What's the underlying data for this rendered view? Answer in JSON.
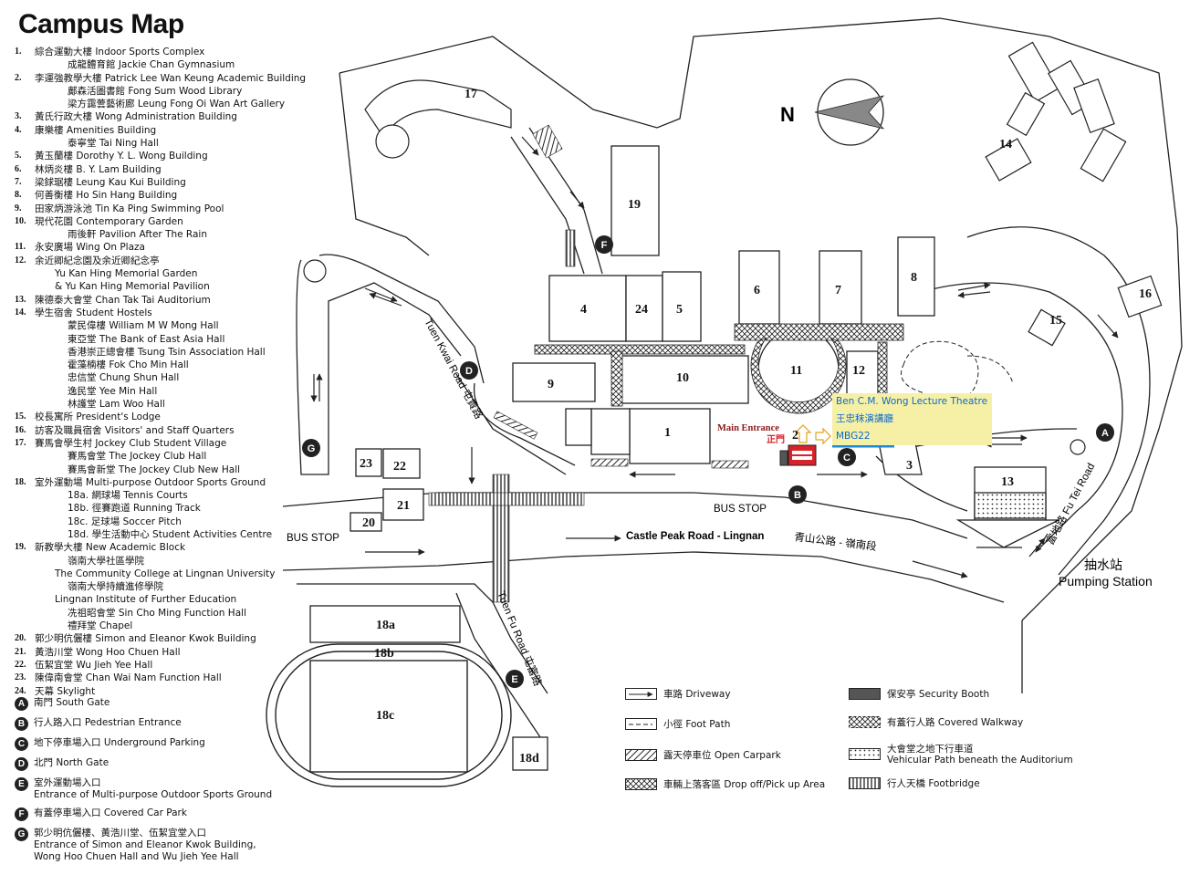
{
  "title": "Campus Map",
  "legend": [
    {
      "num": "1.",
      "lines": [
        "綜合運動大樓 Indoor Sports Complex",
        "成龍體育館 Jackie Chan Gymnasium"
      ]
    },
    {
      "num": "2.",
      "lines": [
        "李運強教學大樓 Patrick Lee Wan Keung Academic Building",
        "鄺森活圖書館 Fong Sum Wood Library",
        "梁方靄蕓藝術廊 Leung Fong Oi Wan Art Gallery"
      ]
    },
    {
      "num": "3.",
      "lines": [
        "黃氏行政大樓 Wong Administration Building"
      ]
    },
    {
      "num": "4.",
      "lines": [
        "康樂樓 Amenities Building",
        "泰寧堂 Tai Ning Hall"
      ]
    },
    {
      "num": "5.",
      "lines": [
        "黃玉蘭樓 Dorothy Y. L. Wong Building"
      ]
    },
    {
      "num": "6.",
      "lines": [
        "林炳炎樓 B. Y. Lam Building"
      ]
    },
    {
      "num": "7.",
      "lines": [
        "梁銶琚樓 Leung Kau Kui Building"
      ]
    },
    {
      "num": "8.",
      "lines": [
        "何善衡樓 Ho Sin Hang Building"
      ]
    },
    {
      "num": "9.",
      "lines": [
        "田家炳游泳池 Tin Ka Ping Swimming Pool"
      ]
    },
    {
      "num": "10.",
      "lines": [
        "現代花園 Contemporary Garden",
        "雨後軒 Pavilion After The Rain"
      ]
    },
    {
      "num": "11.",
      "lines": [
        "永安廣場 Wing On Plaza"
      ]
    },
    {
      "num": "12.",
      "lines": [
        "余近卿紀念園及余近卿紀念亭",
        "Yu Kan Hing Memorial Garden",
        "& Yu Kan Hing Memorial Pavilion"
      ]
    },
    {
      "num": "13.",
      "lines": [
        "陳德泰大會堂 Chan Tak Tai Auditorium"
      ]
    },
    {
      "num": "14.",
      "lines": [
        "學生宿舍 Student Hostels",
        "蒙民偉樓 William M W Mong Hall",
        "東亞堂 The Bank of East Asia Hall",
        "香港崇正總會樓 Tsung Tsin Association Hall",
        "霍藻楠樓 Fok Cho Min Hall",
        "忠信堂 Chung Shun Hall",
        "逸民堂 Yee Min Hall",
        "林護堂 Lam Woo Hall"
      ]
    },
    {
      "num": "15.",
      "lines": [
        "校長寓所 President's Lodge"
      ]
    },
    {
      "num": "16.",
      "lines": [
        "訪客及職員宿舍 Visitors' and Staff Quarters"
      ]
    },
    {
      "num": "17.",
      "lines": [
        "賽馬會學生村 Jockey Club Student Village",
        "賽馬會堂 The Jockey Club Hall",
        "賽馬會新堂 The Jockey Club New Hall"
      ]
    },
    {
      "num": "18.",
      "lines": [
        "室外運動場 Multi-purpose Outdoor Sports Ground",
        "18a. 網球場 Tennis Courts",
        "18b. 徑賽跑道 Running Track",
        "18c. 足球場 Soccer Pitch",
        "18d. 學生活動中心 Student Activities Centre"
      ]
    },
    {
      "num": "19.",
      "lines": [
        "新教學大樓 New Academic Block",
        "嶺南大學社區學院",
        "The Community College at Lingnan University",
        "嶺南大學持續進修學院",
        "Lingnan Institute of Further Education",
        "冼祖昭會堂 Sin Cho Ming Function Hall",
        "禮拜堂 Chapel"
      ]
    },
    {
      "num": "20.",
      "lines": [
        "郭少明伉儷樓 Simon and Eleanor Kwok Building"
      ]
    },
    {
      "num": "21.",
      "lines": [
        "黃浩川堂 Wong Hoo Chuen Hall"
      ]
    },
    {
      "num": "22.",
      "lines": [
        "伍絜宜堂 Wu Jieh Yee Hall"
      ]
    },
    {
      "num": "23.",
      "lines": [
        "陳偉南會堂 Chan Wai Nam Function Hall"
      ]
    },
    {
      "num": "24.",
      "lines": [
        "天幕 Skylight"
      ]
    }
  ],
  "gates": [
    {
      "letter": "A",
      "lines": [
        "南門 South Gate"
      ]
    },
    {
      "letter": "B",
      "lines": [
        "行人路入口 Pedestrian Entrance"
      ]
    },
    {
      "letter": "C",
      "lines": [
        "地下停車場入口 Underground Parking"
      ]
    },
    {
      "letter": "D",
      "lines": [
        "北門 North Gate"
      ]
    },
    {
      "letter": "E",
      "lines": [
        "室外運動場入口",
        "Entrance of Multi-purpose Outdoor Sports Ground"
      ]
    },
    {
      "letter": "F",
      "lines": [
        "有蓋停車場入口 Covered Car Park"
      ]
    },
    {
      "letter": "G",
      "lines": [
        "郭少明伉儷樓、黃浩川堂、伍絜宜堂入口",
        "Entrance of Simon and Eleanor Kwok Building,",
        "Wong Hoo Chuen Hall and Wu Jieh Yee Hall"
      ]
    }
  ],
  "map_labels": {
    "north": "N",
    "road_tuen_kwai": "Tuen Kwai Road 屯貴路",
    "road_tuen_fu": "Tuen Fu Road 屯富路",
    "road_castle_peak": "Castle Peak Road - Lingnan",
    "road_castle_peak_zh": "青山公路 - 嶺南段",
    "road_fu_tei": "富地路 Fu Tei Road",
    "bus_stop": "BUS STOP",
    "pumping_zh": "抽水站",
    "pumping_en": "Pumping Station",
    "main_entrance": "Main Entrance",
    "main_entrance_zh": "正門"
  },
  "highlight": {
    "line1": "Ben C.M. Wong Lecture Theatre",
    "line2": "王忠秣演講廳",
    "line3": "MBG22"
  },
  "keys": {
    "driveway": "車路 Driveway",
    "foot_path": "小徑 Foot Path",
    "open_carpark": "露天停車位 Open Carpark",
    "dropoff": "車輛上落客區 Drop off/Pick up Area",
    "security": "保安亭 Security Booth",
    "covered_walkway": "有蓋行人路 Covered Walkway",
    "vehicular_zh": "大會堂之地下行車道",
    "vehicular_en": "Vehicular Path beneath the Auditorium",
    "footbridge": "行人天橋 Footbridge"
  },
  "colors": {
    "highlight_bg": "#f6f0a6",
    "highlight_text": "#0a6ad0",
    "entrance_red": "#d8232a",
    "main_entrance_text": "#8b1a1a"
  }
}
